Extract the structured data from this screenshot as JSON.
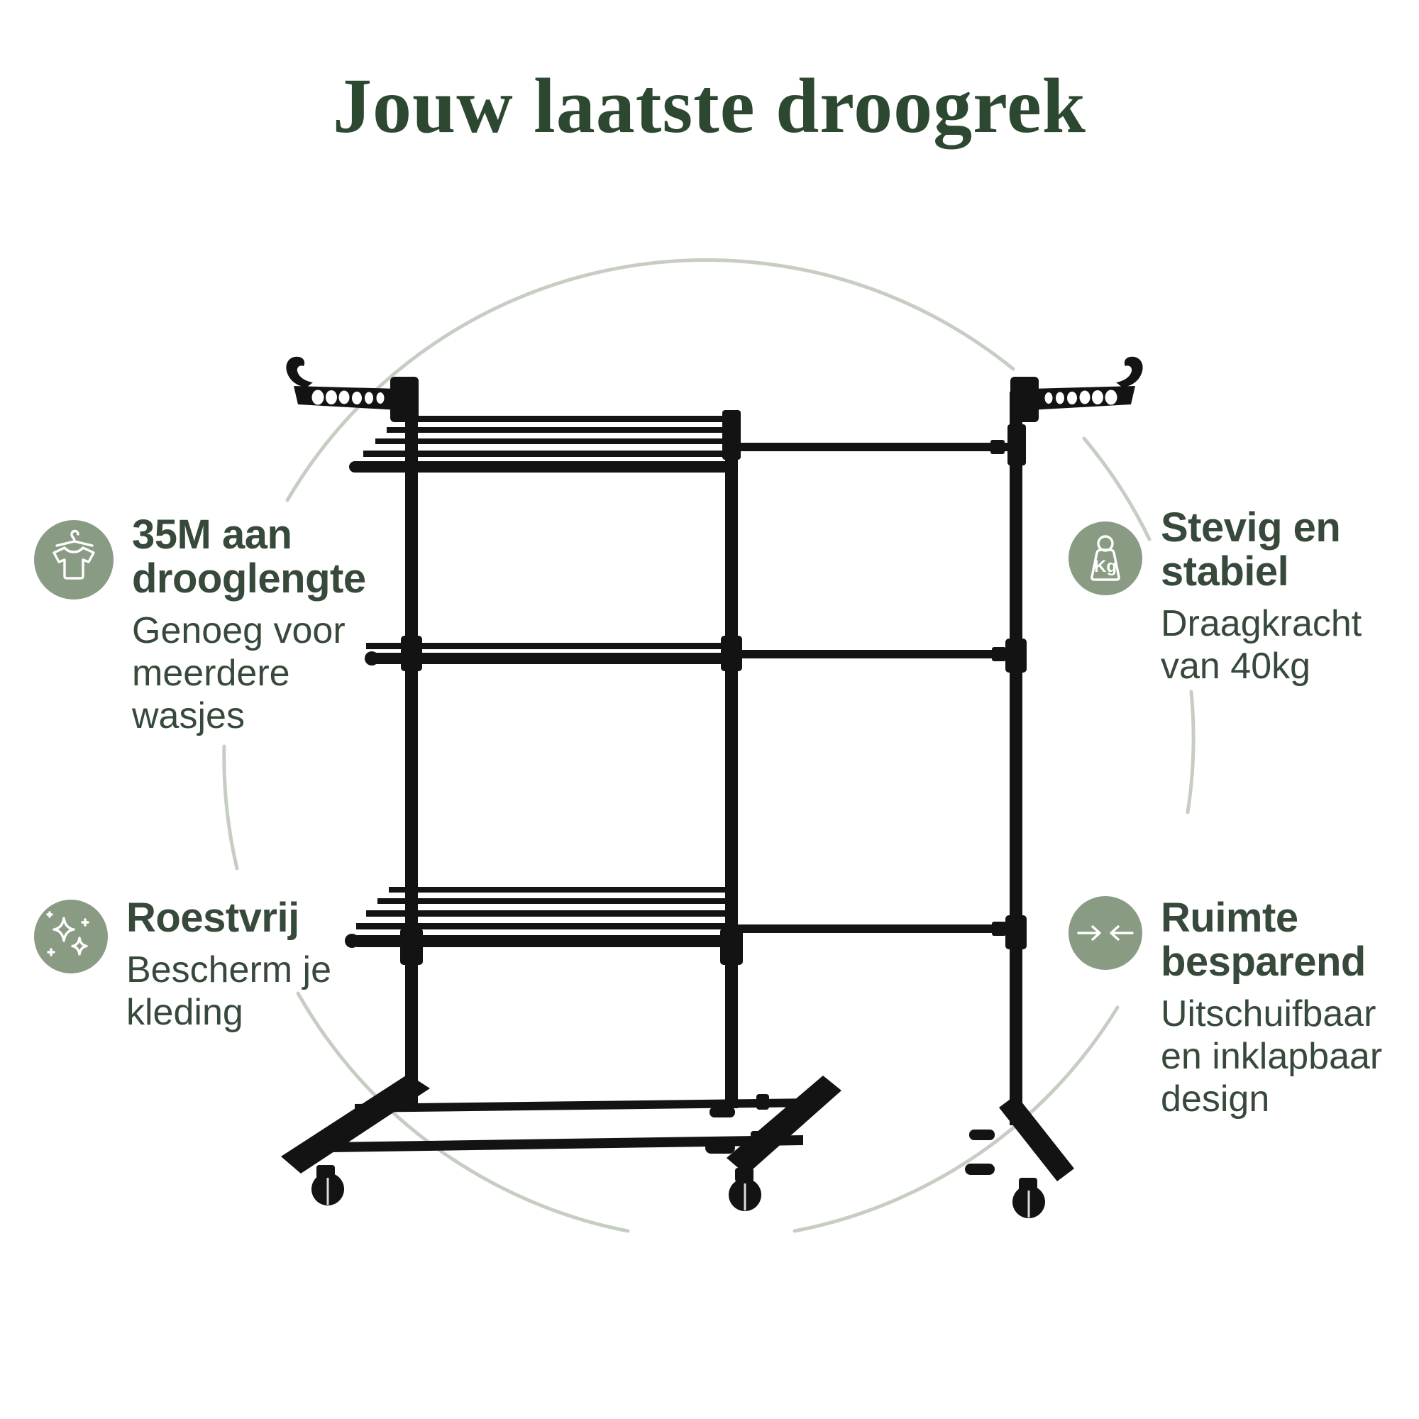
{
  "title": "Jouw laatste droogrek",
  "features": [
    {
      "id": "drooglengte",
      "icon": "tshirt-hanger-icon",
      "heading_lines": [
        "35M aan",
        "drooglengte"
      ],
      "subtitle_lines": [
        "Genoeg voor",
        "meerdere",
        "wasjes"
      ]
    },
    {
      "id": "stevig-stabiel",
      "icon": "weight-kg-icon",
      "icon_label": "Kg",
      "heading_lines": [
        "Stevig en",
        "stabiel"
      ],
      "subtitle_lines": [
        "Draagkracht",
        "van 40kg"
      ]
    },
    {
      "id": "roestvrij",
      "icon": "sparkles-icon",
      "heading_lines": [
        "Roestvrij"
      ],
      "subtitle_lines": [
        "Bescherm je",
        "kleding"
      ]
    },
    {
      "id": "ruimte-besparend",
      "icon": "collapse-arrows-icon",
      "heading_lines": [
        "Ruimte",
        "besparend"
      ],
      "subtitle_lines": [
        "Uitschuifbaar",
        "en inklapbaar",
        "design"
      ]
    }
  ],
  "product": {
    "name": "black folding clothes drying rack on wheels"
  },
  "colors": {
    "title-green": "#2d4831",
    "text-green": "#37493a",
    "icon-bg": "#8a9b84",
    "ring": "#c6cec4",
    "rack": "#131313",
    "background": "#ffffff"
  }
}
